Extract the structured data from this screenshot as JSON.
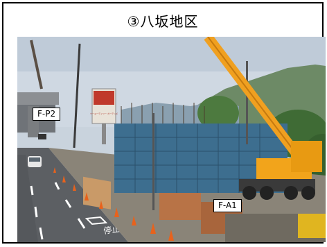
{
  "title": "③八坂地区",
  "photo": {
    "labels": {
      "pier": "F-P2",
      "abutment": "F-A1"
    },
    "billboard_logo_text": "ケーヨーデイツー ガーデンズ",
    "road_marking_text": "停止"
  }
}
